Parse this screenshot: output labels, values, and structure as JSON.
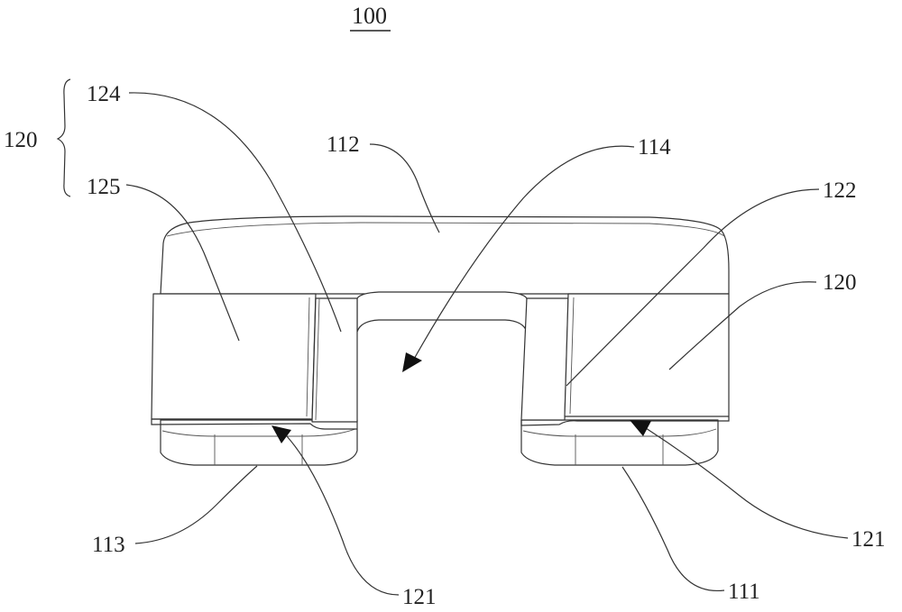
{
  "figure": {
    "number": "100"
  },
  "labels": {
    "group_120": "120",
    "l124": "124",
    "l125": "125",
    "l112": "112",
    "l114": "114",
    "l122": "122",
    "l120": "120",
    "l113": "113",
    "l121_bottom": "121",
    "l121_right": "121",
    "l111": "111"
  }
}
